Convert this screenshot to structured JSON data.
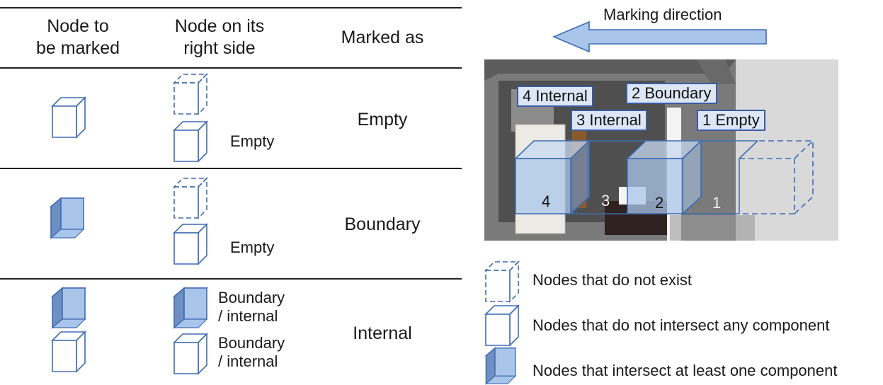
{
  "table": {
    "headers": [
      "Node to\nbe marked",
      "Node on its\nright side",
      "Marked as"
    ],
    "rows": [
      {
        "right_label": "Empty",
        "marked_as": "Empty"
      },
      {
        "right_label": "Empty",
        "marked_as": "Boundary"
      },
      {
        "right_labels": [
          "Boundary\n/ internal",
          "Boundary\n/ internal"
        ],
        "marked_as": "Internal"
      }
    ]
  },
  "figure": {
    "direction_label": "Marking direction",
    "node_labels": [
      "4 Internal",
      "2 Boundary",
      "3 Internal",
      "1 Empty"
    ],
    "node_numbers": [
      "4",
      "3",
      "2",
      "1"
    ]
  },
  "legend": {
    "items": [
      "Nodes that do not exist",
      "Nodes that do not intersect any component",
      "Nodes that intersect at least one component"
    ]
  },
  "colors": {
    "node_fill": "#a9c6ea",
    "node_side": "#6f8fc2",
    "node_stroke": "#3e6cb4",
    "line": "#222222"
  }
}
